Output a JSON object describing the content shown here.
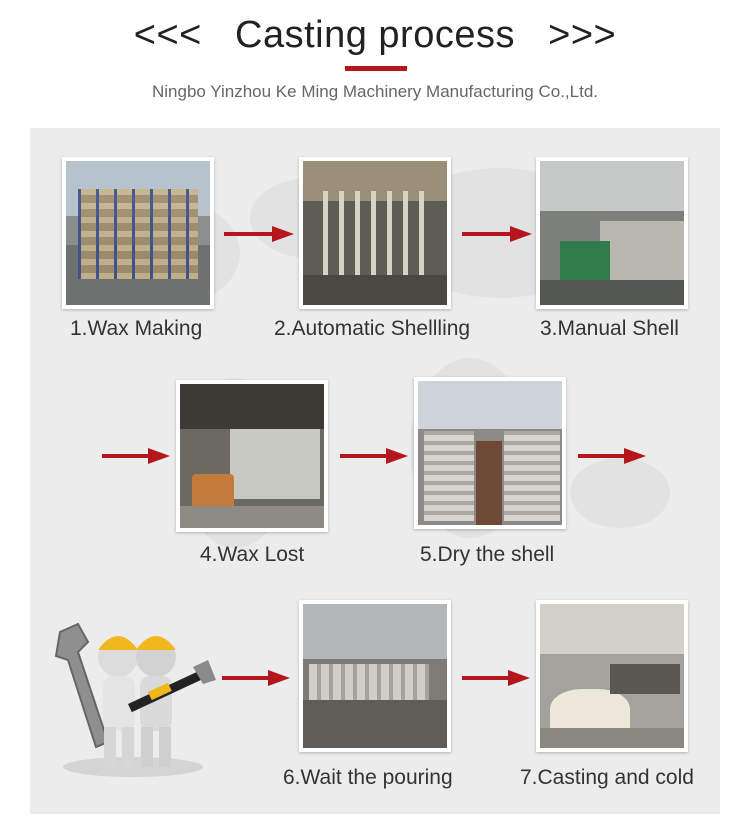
{
  "header": {
    "title": "<<<   Casting process   >>>",
    "subtitle": "Ningbo Yinzhou Ke Ming Machinery Manufacturing Co.,Ltd."
  },
  "steps": [
    {
      "label": "1.Wax Making"
    },
    {
      "label": "2.Automatic Shellling"
    },
    {
      "label": "3.Manual Shell"
    },
    {
      "label": "4.Wax Lost"
    },
    {
      "label": "5.Dry the shell"
    },
    {
      "label": "6.Wait the pouring"
    },
    {
      "label": "7.Casting and cold"
    }
  ],
  "colors": {
    "accent": "#b5161c",
    "panel": "#ececec",
    "text": "#333333"
  },
  "icons": {
    "arrow": "right-arrow-icon",
    "illustration": "workers-with-tools"
  }
}
